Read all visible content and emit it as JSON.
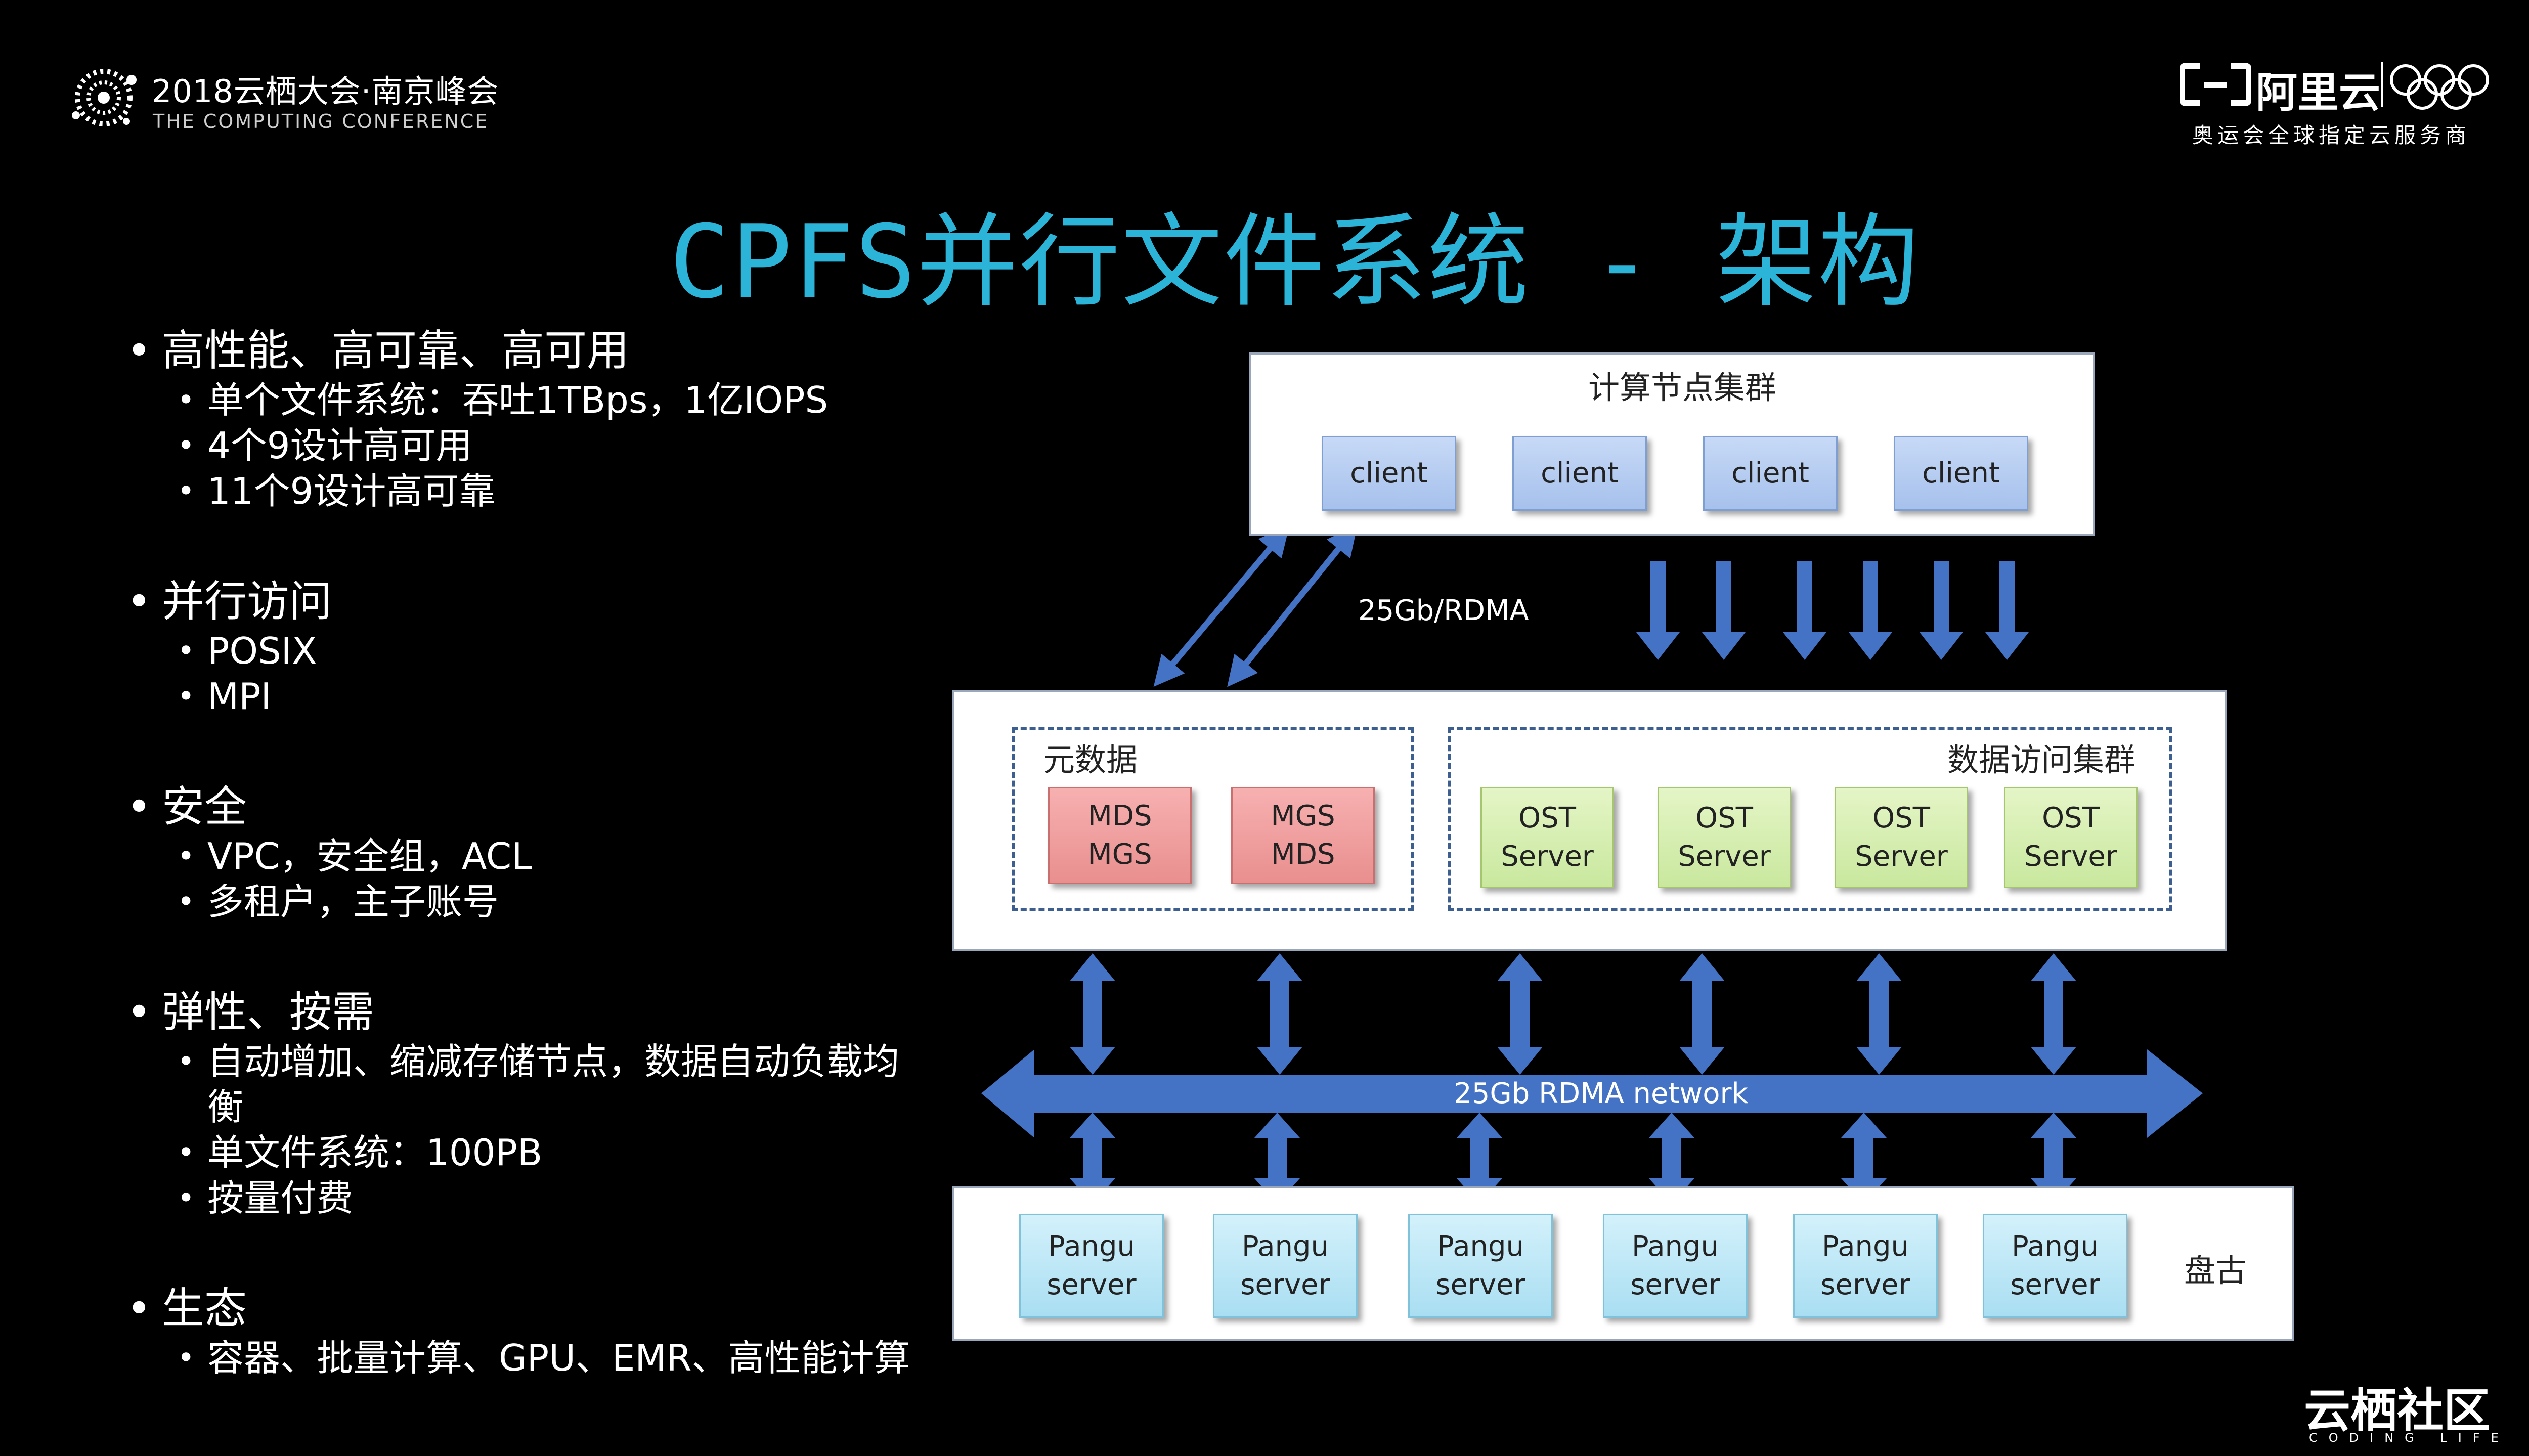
{
  "header": {
    "left_logo_name": "2018云栖大会·南京峰会",
    "left_logo_sub": "THE COMPUTING CONFERENCE",
    "right_logo_name": "阿里云",
    "right_logo_tagline": "奥运会全球指定云服务商"
  },
  "title": "CPFS并行文件系统 - 架构",
  "bullets": [
    {
      "heading": "高性能、高可靠、高可用",
      "items": [
        "单个文件系统：吞吐1TBps，1亿IOPS",
        "4个9设计高可用",
        "11个9设计高可靠"
      ]
    },
    {
      "heading": "并行访问",
      "items": [
        "POSIX",
        "MPI"
      ]
    },
    {
      "heading": "安全",
      "items": [
        "VPC，安全组，ACL",
        "多租户，主子账号"
      ]
    },
    {
      "heading": "弹性、按需",
      "items": [
        "自动增加、缩减存储节点，数据自动负载均衡",
        "单文件系统：100PB",
        "按量付费"
      ]
    },
    {
      "heading": "生态",
      "items": [
        "容器、批量计算、GPU、EMR、高性能计算"
      ]
    }
  ],
  "diagram": {
    "compute_cluster_label": "计算节点集群",
    "clients": [
      "client",
      "client",
      "client",
      "client"
    ],
    "rdma_link_label": "25Gb/RDMA",
    "metadata_label": "元数据",
    "metadata_nodes": [
      "MDS\nMGS",
      "MGS\nMDS"
    ],
    "data_access_label": "数据访问集群",
    "ost_nodes": [
      "OST\nServer",
      "OST\nServer",
      "OST\nServer",
      "OST\nServer"
    ],
    "network_label": "25Gb RDMA network",
    "pangu_label": "盘古",
    "pangu_nodes": [
      "Pangu\nserver",
      "Pangu\nserver",
      "Pangu\nserver",
      "Pangu\nserver",
      "Pangu\nserver",
      "Pangu\nserver"
    ]
  },
  "footer": {
    "community_name": "云栖社区",
    "community_sub": "CODING LIFE"
  },
  "colors": {
    "background": "#000000",
    "title": "#2bb3d8",
    "arrow": "#4472c4",
    "client": "#b3cbf0",
    "mds": "#ef9f9f",
    "ost": "#d5eeb0",
    "pangu": "#bde7f6"
  }
}
